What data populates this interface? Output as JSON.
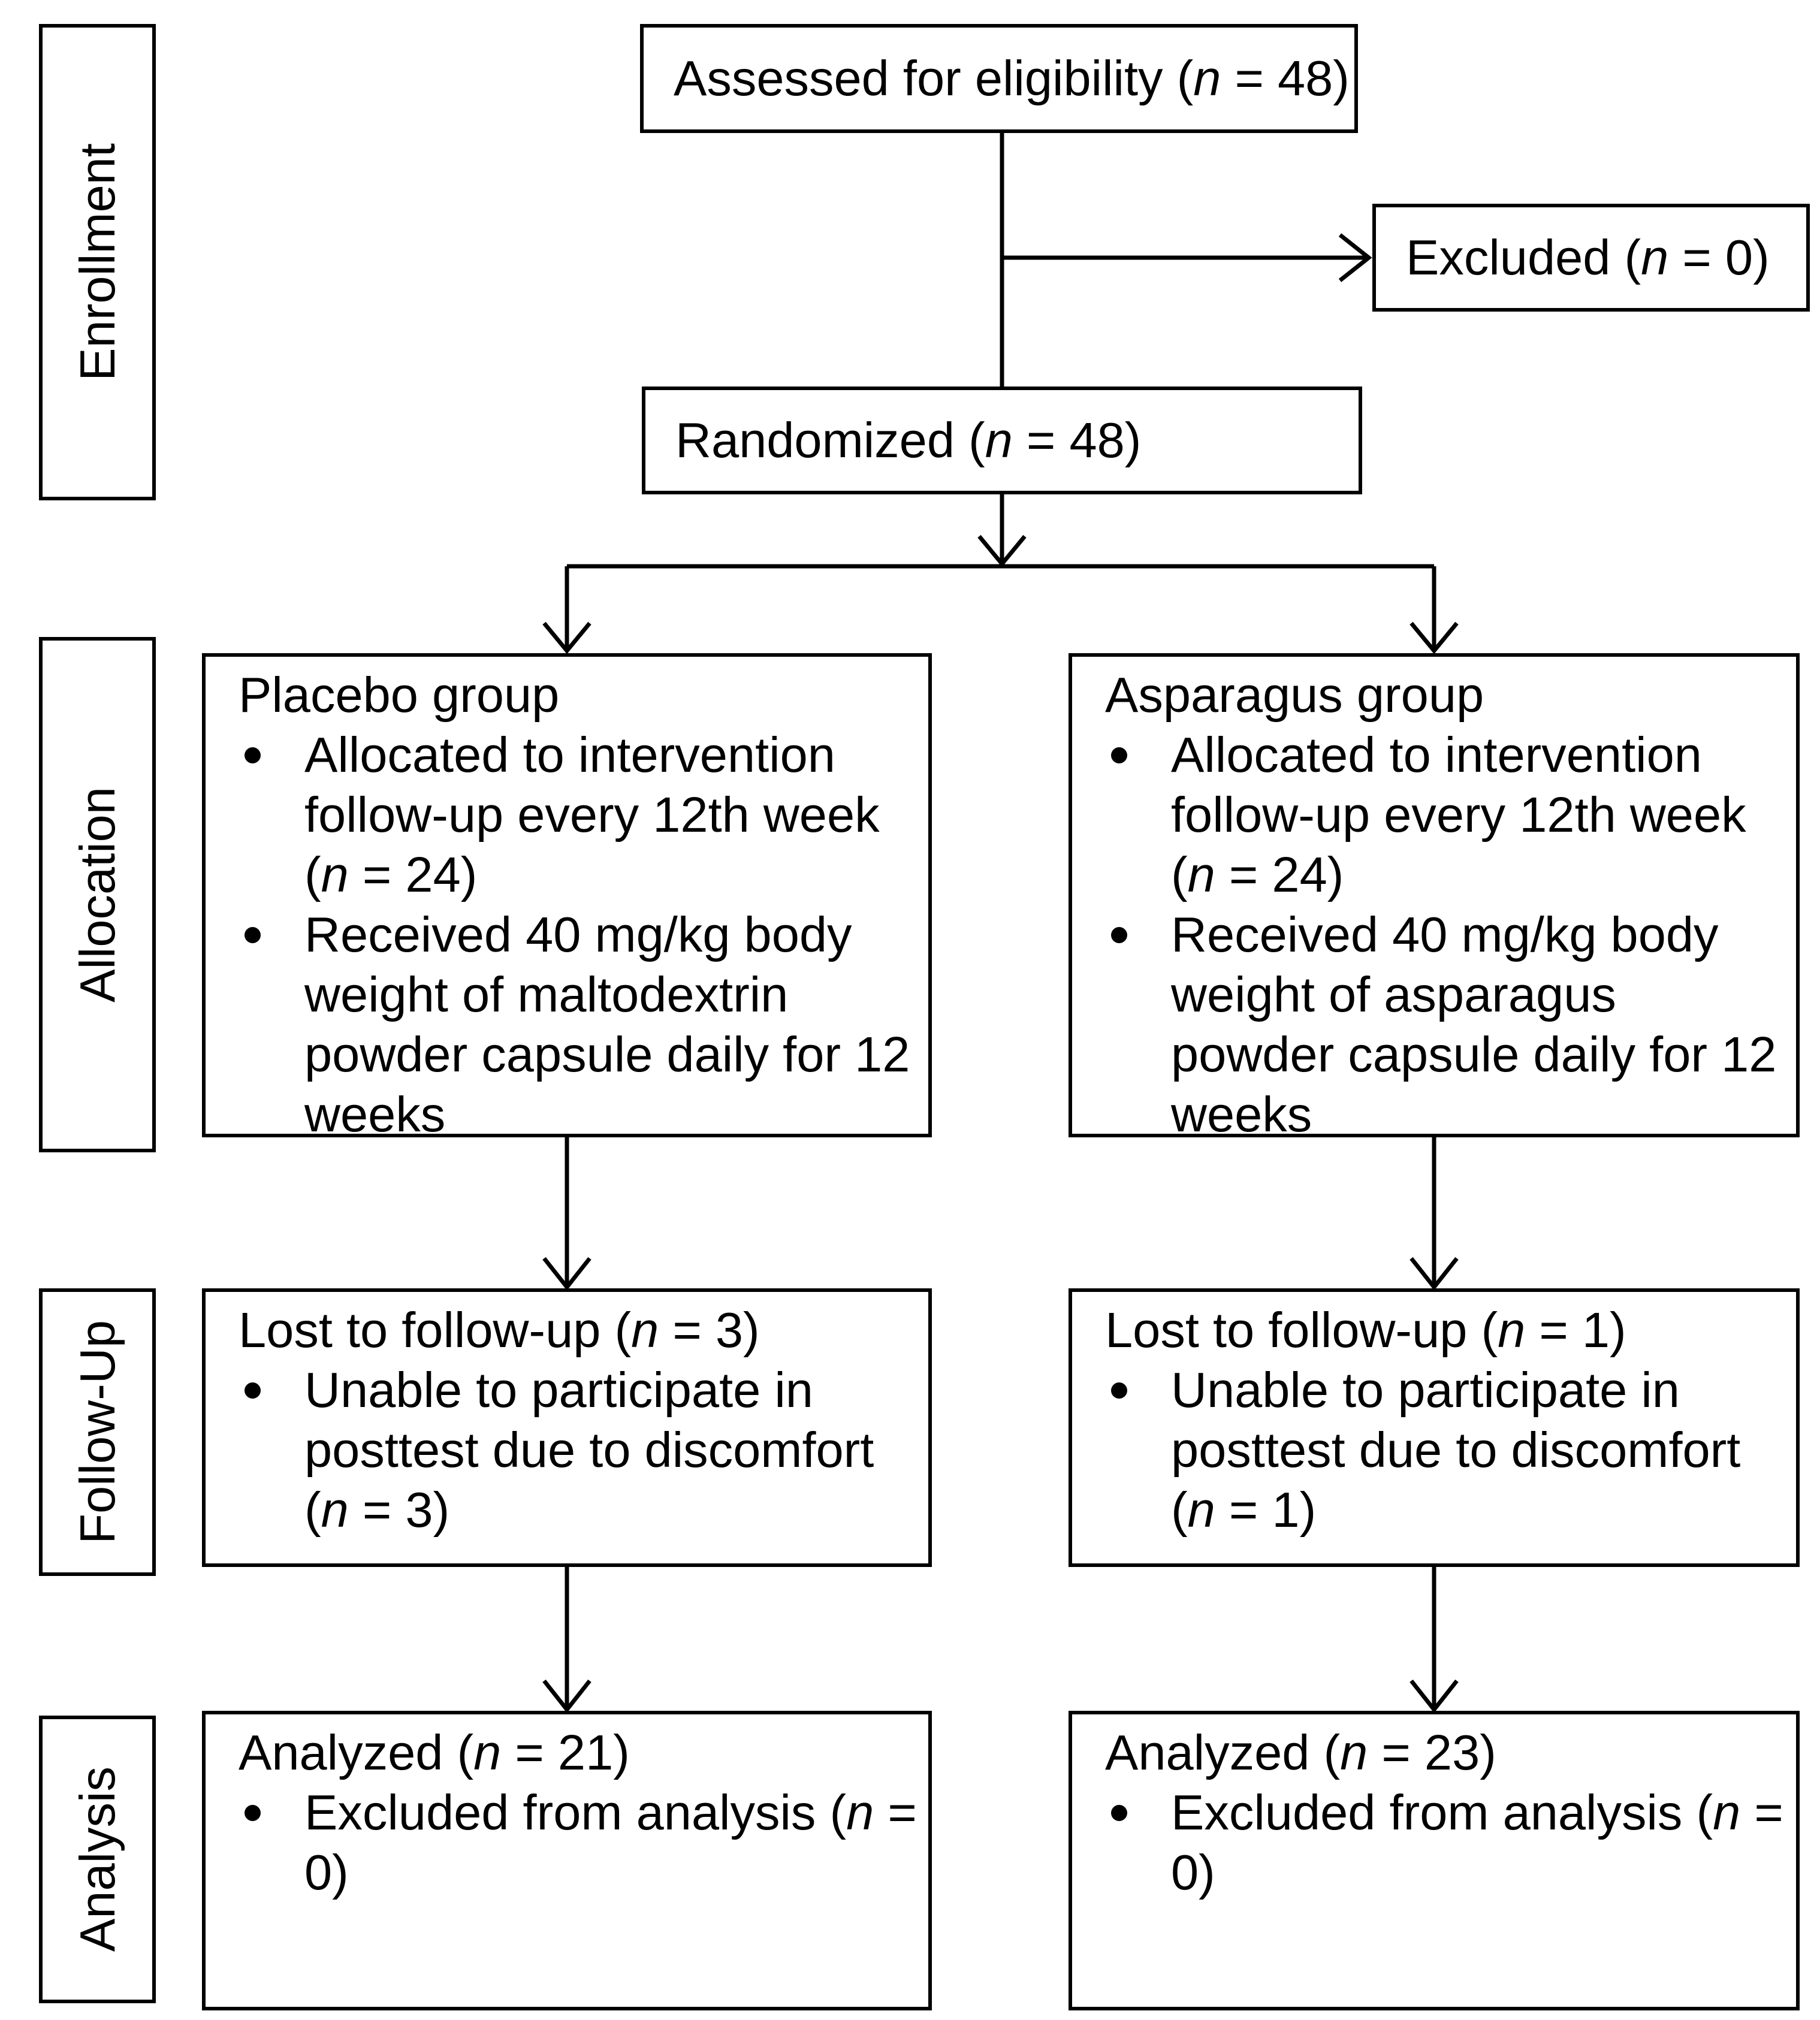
{
  "colors": {
    "background": "#ffffff",
    "line": "#000000",
    "text": "#000000"
  },
  "sidebar": {
    "enrollment": "Enrollment",
    "allocation": "Allocation",
    "followup": "Follow-Up",
    "analysis": "Analysis"
  },
  "flow": {
    "assessed": "Assessed for eligibility (n = 48)",
    "excluded": "Excluded (n = 0)",
    "randomized": "Randomized (n = 48)",
    "placebo": {
      "title": "Placebo group",
      "bullets": [
        "Allocated to intervention follow-up every 12th week (n = 24)",
        "Received 40 mg/kg body weight of maltodextrin powder capsule daily for 12 weeks"
      ]
    },
    "asparagus": {
      "title": "Asparagus group",
      "bullets": [
        "Allocated to intervention follow-up every 12th week (n = 24)",
        "Received 40 mg/kg body weight of asparagus powder capsule daily for 12 weeks"
      ]
    },
    "followup_placebo": {
      "title": "Lost to follow-up (n = 3)",
      "bullets": [
        "Unable to participate in posttest due to discomfort (n = 3)"
      ]
    },
    "followup_asparagus": {
      "title": "Lost to follow-up (n = 1)",
      "bullets": [
        "Unable to participate in posttest due to discomfort (n = 1)"
      ]
    },
    "analysis_placebo": {
      "title": "Analyzed (n = 21)",
      "bullets": [
        "Excluded from analysis (n = 0)"
      ]
    },
    "analysis_asparagus": {
      "title": "Analyzed (n = 23)",
      "bullets": [
        "Excluded from analysis (n = 0)"
      ]
    }
  }
}
